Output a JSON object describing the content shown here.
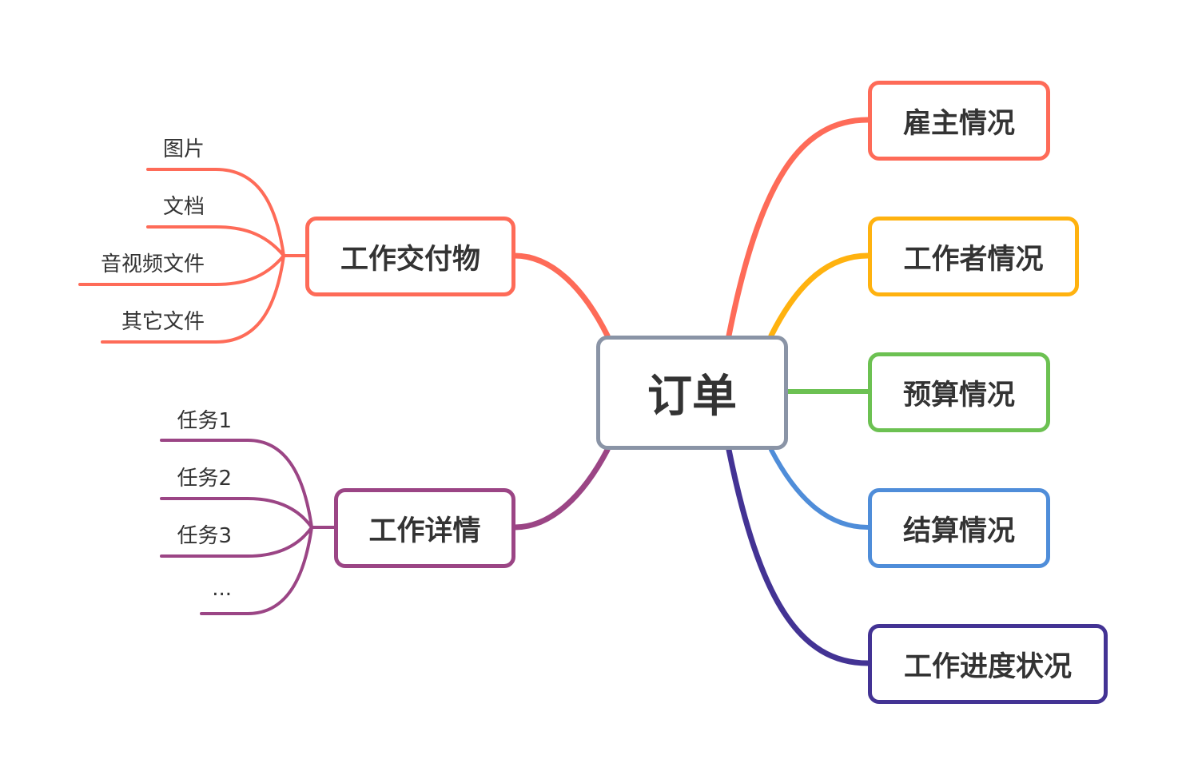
{
  "root": {
    "label": "订单",
    "color": "#8a94a6"
  },
  "right_branches": [
    {
      "label": "雇主情况",
      "color": "#fe6b58"
    },
    {
      "label": "工作者情况",
      "color": "#ffb20f"
    },
    {
      "label": "预算情况",
      "color": "#6cc152"
    },
    {
      "label": "结算情况",
      "color": "#4f8dd9"
    },
    {
      "label": "工作进度状况",
      "color": "#433394"
    }
  ],
  "left_branches": [
    {
      "label": "工作交付物",
      "color": "#fe6b58",
      "children": [
        "图片",
        "文档",
        "音视频文件",
        "其它文件"
      ]
    },
    {
      "label": "工作详情",
      "color": "#9b4585",
      "children": [
        "任务1",
        "任务2",
        "任务3",
        "..."
      ]
    }
  ]
}
